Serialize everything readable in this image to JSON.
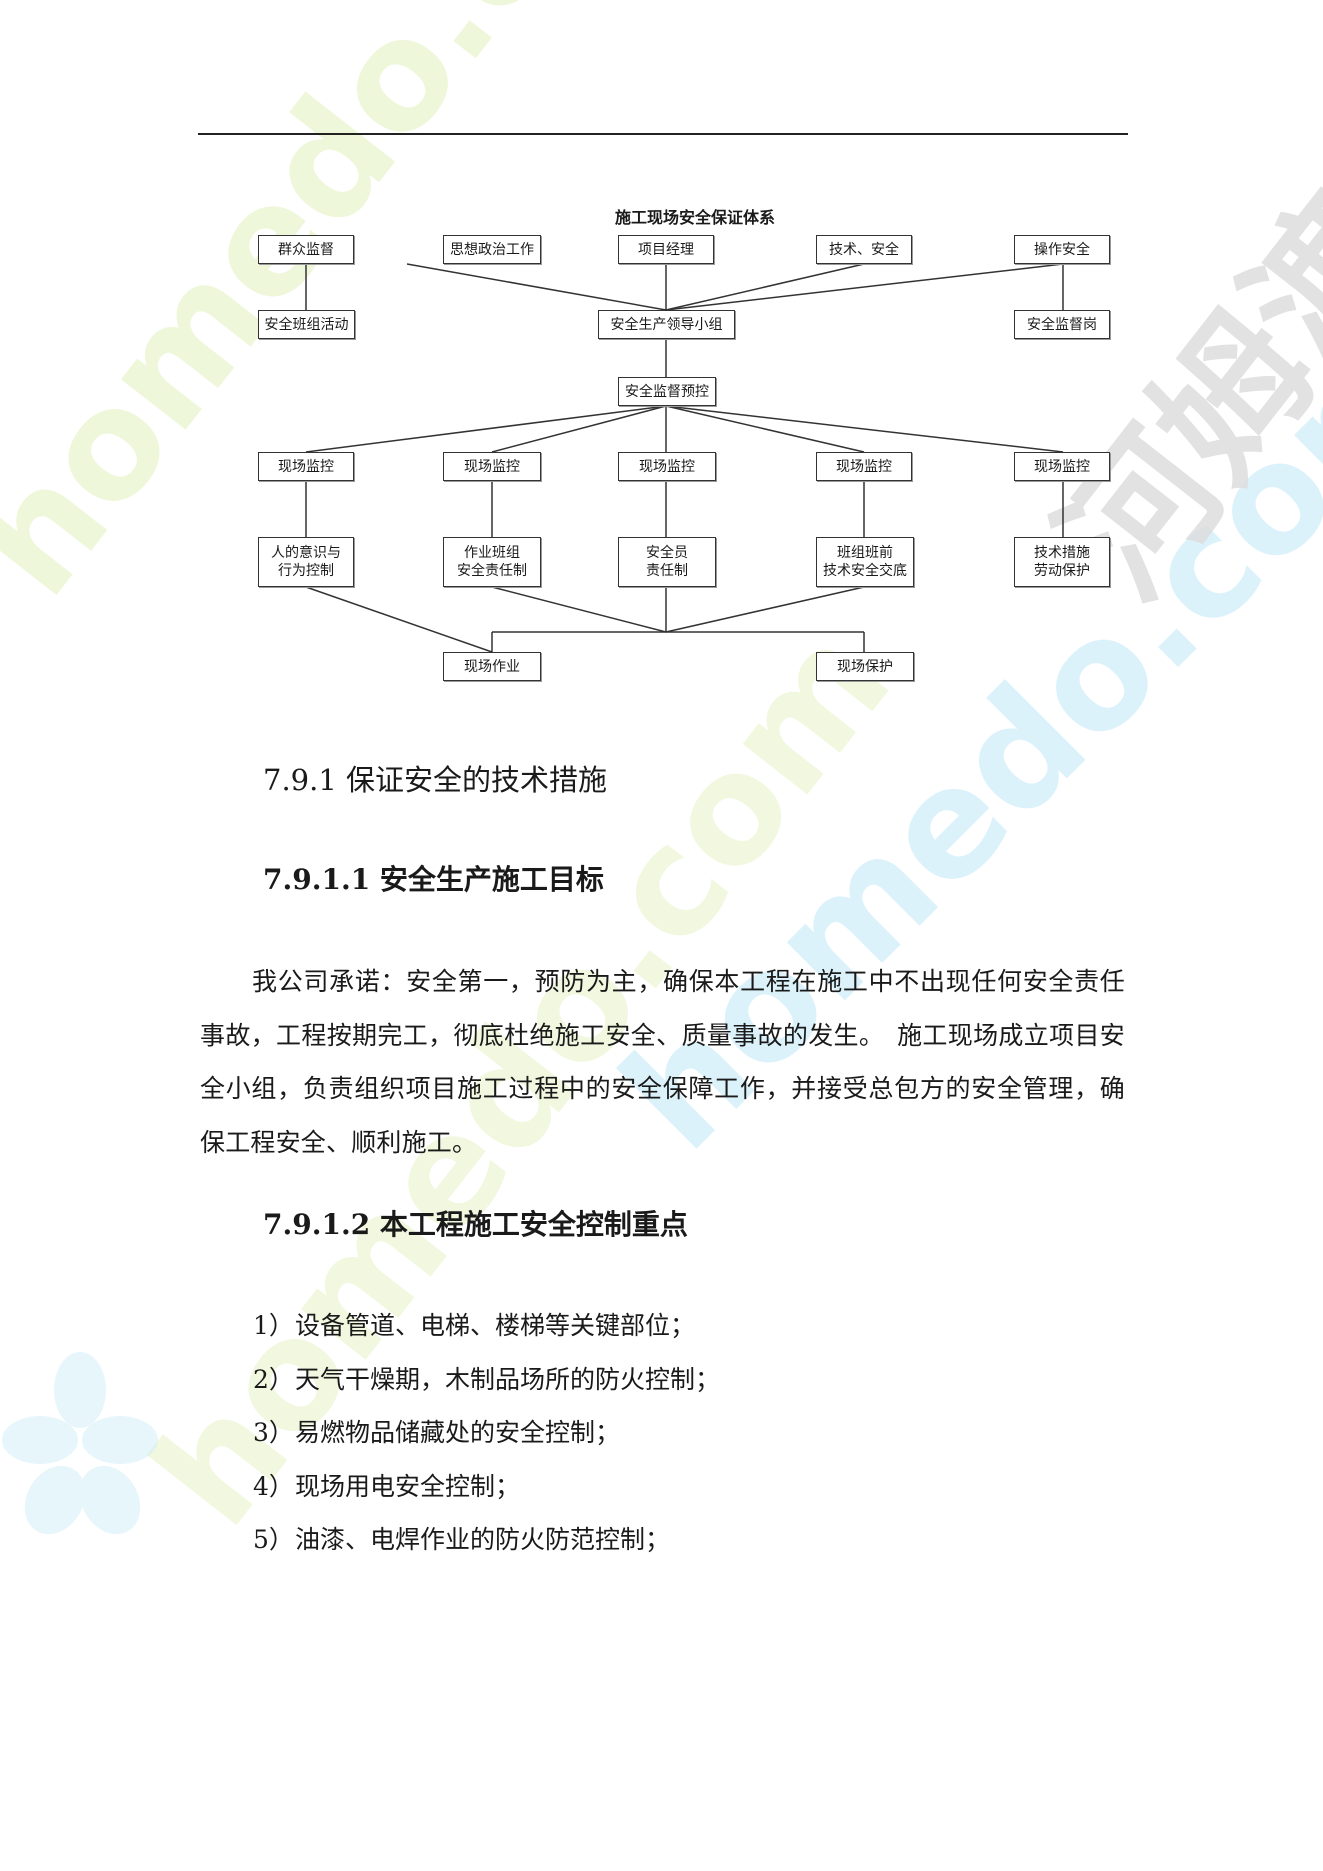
{
  "diagram": {
    "title": "施工现场安全保证体系",
    "nodes": {
      "qunzhong": "群众监督",
      "sixiang": "思想政治工作",
      "xiangmu": "项目经理",
      "jishu": "技术、安全",
      "caozuo": "操作安全",
      "banzu": "安全班组活动",
      "lingdao": "安全生产领导小组",
      "jiandu_gang": "安全监督岗",
      "yukong": "安全监督预控",
      "jk1": "现场监控",
      "jk2": "现场监控",
      "jk3": "现场监控",
      "jk4": "现场监控",
      "jk5": "现场监控",
      "ren": "人的意识与\n行为控制",
      "zuoye_ban": "作业班组\n安全责任制",
      "anquanyuan": "安全员\n责任制",
      "banqian": "班组班前\n技术安全交底",
      "cuoshi": "技术措施\n劳动保护",
      "xc_zuoye": "现场作业",
      "xc_baohu": "现场保护"
    }
  },
  "section": {
    "heading": "7.9.1 保证安全的技术措施"
  },
  "sub1": {
    "heading": "7.9.1.1 安全生产施工目标",
    "paragraph": "我公司承诺：安全第一，预防为主，确保本工程在施工中不出现任何安全责任事故，工程按期完工，彻底杜绝施工安全、质量事故的发生。　施工现场成立项目安全小组，负责组织项目施工过程中的安全保障工作，并接受总包方的安全管理，确保工程安全、顺利施工。"
  },
  "sub2": {
    "heading": "7.9.1.2 本工程施工安全控制重点",
    "items": [
      {
        "num": "1）",
        "text": "设备管道、电梯、楼梯等关键部位；"
      },
      {
        "num": "2）",
        "text": "天气干燥期，木制品场所的防火控制；"
      },
      {
        "num": "3）",
        "text": "易燃物品储藏处的安全控制；"
      },
      {
        "num": "4）",
        "text": "现场用电安全控制；"
      },
      {
        "num": "5）",
        "text": "油漆、电焊作业的防火防范控制；"
      }
    ]
  },
  "watermark": {
    "text_latin": "homedo.com",
    "text_cn": "河姆渡",
    "color_green": "#eef7d8",
    "color_blue": "#d9f1fb",
    "color_gray": "#dcdcdc"
  }
}
